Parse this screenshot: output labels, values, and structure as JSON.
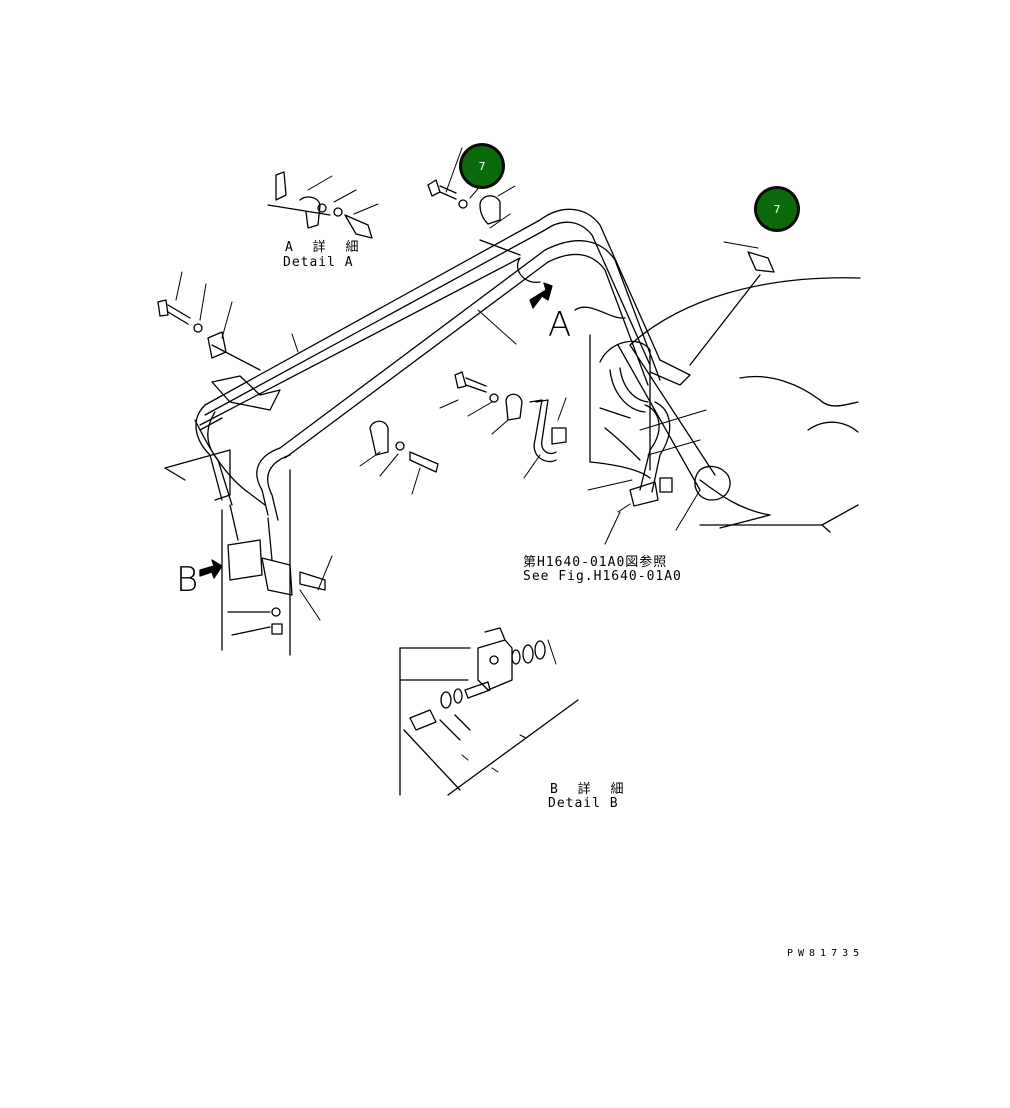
{
  "detail_a": {
    "jp": "A 詳 細",
    "en": "Detail A"
  },
  "detail_b": {
    "jp": "B 詳 細",
    "en": "Detail B"
  },
  "view_marks": {
    "a": "A",
    "b": "B"
  },
  "reference": {
    "jp": "第H1640-01A0図参照",
    "en": "See Fig.H1640-01A0"
  },
  "drawing_code": "PW81735",
  "callouts": [
    {
      "label": "7",
      "color": "#0b6b0b"
    },
    {
      "label": "7",
      "color": "#0b6b0b"
    }
  ]
}
